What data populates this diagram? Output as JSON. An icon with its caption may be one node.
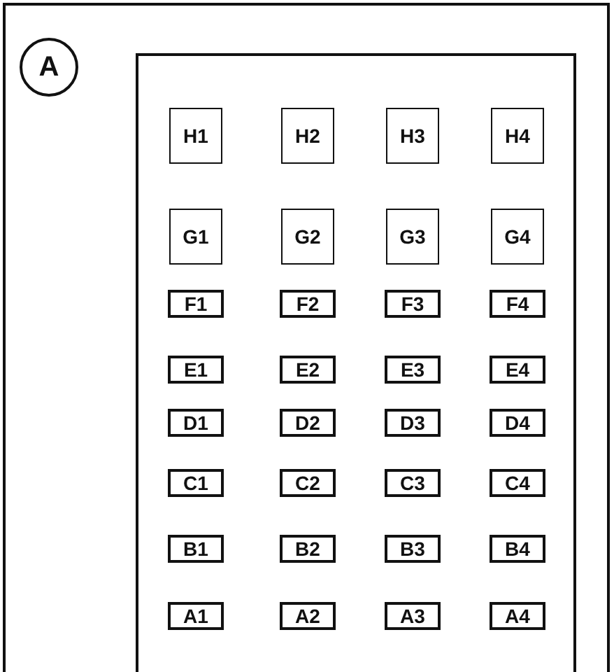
{
  "diagram": {
    "nodes": [
      {
        "text": [
          "A"
        ]
      },
      {
        "text": [],
        "shape": "box"
      },
      {
        "text": [
          "H1"
        ],
        "in": 1
      },
      {
        "text": [
          "H2"
        ],
        "in": 1
      },
      {
        "text": [
          "H3"
        ],
        "in": 1
      },
      {
        "text": [
          "H4"
        ],
        "in": 1
      },
      {
        "text": [
          "G1"
        ],
        "in": 1
      },
      {
        "text": [
          "G2"
        ],
        "in": 1
      },
      {
        "text": [
          "G3"
        ],
        "in": 1
      },
      {
        "text": [
          "G4"
        ],
        "in": 1
      },
      {
        "text": [
          "F1"
        ],
        "in": 1
      },
      {
        "text": [
          "F2"
        ],
        "in": 1
      },
      {
        "text": [
          "F3"
        ],
        "in": 1
      },
      {
        "text": [
          "F4"
        ],
        "in": 1
      },
      {
        "text": [
          "E1"
        ],
        "in": 1
      },
      {
        "text": [
          "E2"
        ],
        "in": 1
      },
      {
        "text": [
          "E3"
        ],
        "in": 1
      },
      {
        "text": [
          "E4"
        ],
        "in": 1
      },
      {
        "text": [
          "D1"
        ],
        "in": 1
      },
      {
        "text": [
          "D2"
        ],
        "in": 1
      },
      {
        "text": [
          "D3"
        ],
        "in": 1
      },
      {
        "text": [
          "D4"
        ],
        "in": 1
      },
      {
        "text": [
          "C1"
        ],
        "in": 1
      },
      {
        "text": [
          "C2"
        ],
        "in": 1
      },
      {
        "text": [
          "C3"
        ],
        "in": 1
      },
      {
        "text": [
          "C4"
        ],
        "in": 1
      },
      {
        "text": [
          "B1"
        ],
        "in": 1
      },
      {
        "text": [
          "B2"
        ],
        "in": 1
      },
      {
        "text": [
          "B3"
        ],
        "in": 1
      },
      {
        "text": [
          "B4"
        ],
        "in": 1
      },
      {
        "text": [
          "A1"
        ],
        "in": 1
      },
      {
        "text": [
          "A2"
        ],
        "in": 1
      },
      {
        "text": [
          "A3"
        ],
        "in": 1
      },
      {
        "text": [
          "A4"
        ],
        "in": 1
      }
    ]
  }
}
